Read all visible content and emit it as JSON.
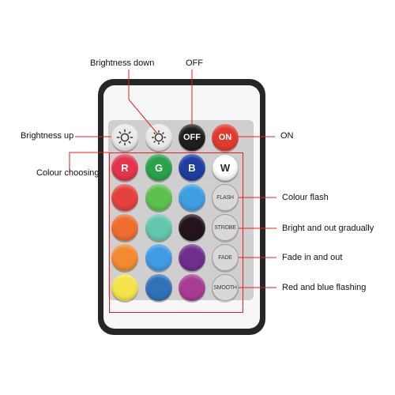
{
  "callouts": {
    "brightness_down": "Brightness down",
    "off": "OFF",
    "brightness_up": "Brightness up",
    "on": "ON",
    "colour_choosing": "Colour choosing",
    "colour_flash": "Colour flash",
    "bright_out_gradually": "Bright and out gradually",
    "fade_in_out": "Fade in and out",
    "red_blue_flashing": "Red and blue flashing"
  },
  "buttons": {
    "off": "OFF",
    "on": "ON",
    "r": "R",
    "g": "G",
    "b": "B",
    "w": "W",
    "flash": "FLASH",
    "strobe": "STROBE",
    "fade": "FADE",
    "smooth": "SMOOTH"
  },
  "icons": [
    "sun-icon",
    "sun-icon"
  ],
  "colors": {
    "remote_body": "#262626",
    "remote_face": "#f7f7f7",
    "panel": "#cfcfcf",
    "callout_line": "#e02020",
    "color_grid": [
      [
        "#e4344b",
        "#2aa14b",
        "#1f3fa0",
        "#ffffff"
      ],
      [
        "#e6413e",
        "#5ec04f",
        "#3f9ee0"
      ],
      [
        "#ef6d2e",
        "#63c7ae",
        "#24131c"
      ],
      [
        "#f28a30",
        "#3f9be3",
        "#6e2f8a"
      ],
      [
        "#f4e34a",
        "#2f72b8",
        "#a73c92"
      ]
    ]
  }
}
